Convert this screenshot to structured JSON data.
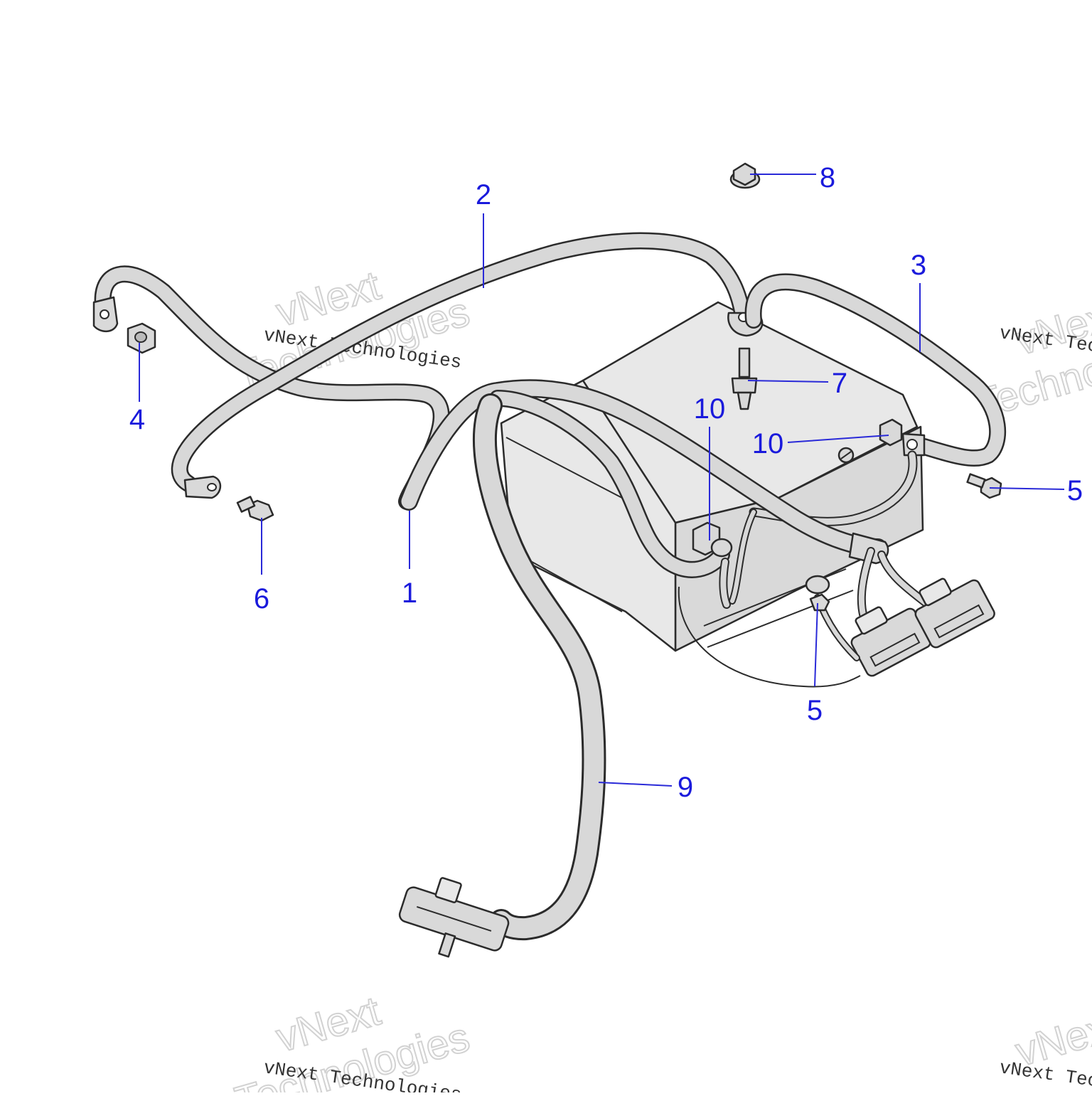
{
  "watermark": {
    "line_small": "vNext Technologies",
    "line_big_1": "vNext",
    "line_big_2": "Technologies"
  },
  "callouts": [
    {
      "id": "1",
      "label": "1"
    },
    {
      "id": "2",
      "label": "2"
    },
    {
      "id": "3",
      "label": "3"
    },
    {
      "id": "4",
      "label": "4"
    },
    {
      "id": "5a",
      "label": "5"
    },
    {
      "id": "5b",
      "label": "5"
    },
    {
      "id": "6",
      "label": "6"
    },
    {
      "id": "7",
      "label": "7"
    },
    {
      "id": "8",
      "label": "8"
    },
    {
      "id": "9",
      "label": "9"
    },
    {
      "id": "10a",
      "label": "10"
    },
    {
      "id": "10b",
      "label": "10"
    }
  ],
  "colors": {
    "callout": "#1a1adc",
    "leader": "#2a2ad8",
    "part_fill": "#d9d9d9",
    "outline": "#2b2b2b"
  }
}
